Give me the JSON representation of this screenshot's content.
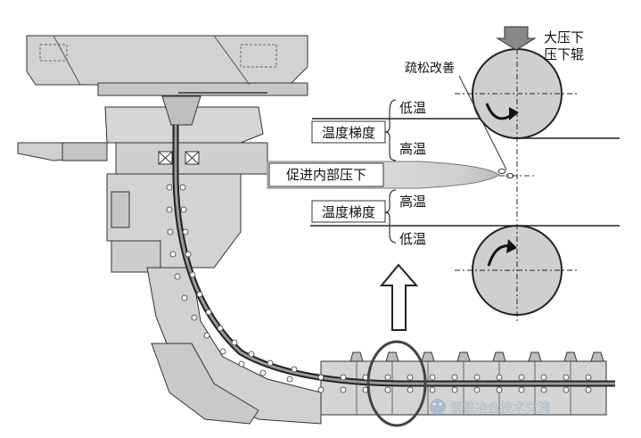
{
  "labels": {
    "big_reduction": "大压下",
    "reduction_roll": "压下辊",
    "porosity_improvement": "疏松改善",
    "low_temp_top": "低温",
    "temp_gradient_top": "温度梯度",
    "high_temp_top": "高温",
    "promote_internal_reduction": "促进内部压下",
    "high_temp_bottom": "高温",
    "temp_gradient_bottom": "温度梯度",
    "low_temp_bottom": "低温"
  },
  "watermark": "钢铁冶金技术交流",
  "colors": {
    "machine_fill": "#d4d4d4",
    "roll_fill": "#cfcfcf",
    "line": "#222222",
    "ellipse": "#444444"
  }
}
